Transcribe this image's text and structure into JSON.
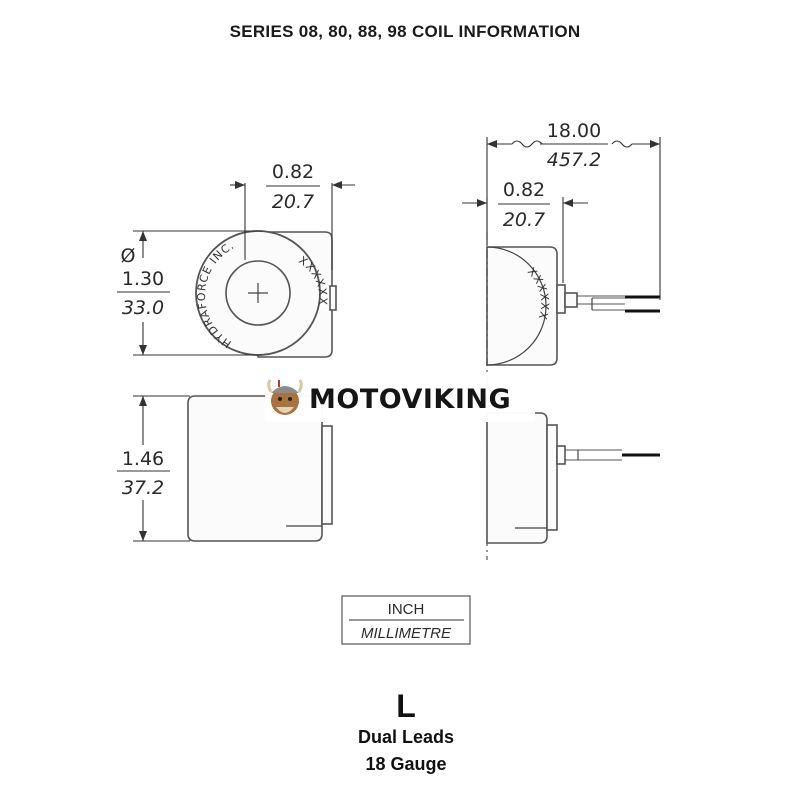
{
  "title": "SERIES 08, 80, 88, 98 COIL INFORMATION",
  "dimensions": {
    "front_width": {
      "inch": "0.82",
      "mm": "20.7"
    },
    "diameter": {
      "symbol": "Ø",
      "inch": "1.30",
      "mm": "33.0"
    },
    "side_width": {
      "inch": "0.82",
      "mm": "20.7"
    },
    "lead_length": {
      "inch": "18.00",
      "mm": "457.2"
    },
    "height": {
      "inch": "1.46",
      "mm": "37.2"
    }
  },
  "coil_face": {
    "maker_marking": "HYDRAFORCE INC.",
    "part_marking_front": "XXXXXX",
    "part_marking_side": "XXXXXX"
  },
  "units_legend": {
    "top": "INCH",
    "bottom": "MILLIMETRE"
  },
  "variant": {
    "code": "L",
    "line1": "Dual Leads",
    "line2": "18 Gauge"
  },
  "watermark": {
    "text": "MOTOVIKING",
    "logo_icon": "viking-mascot-icon"
  }
}
